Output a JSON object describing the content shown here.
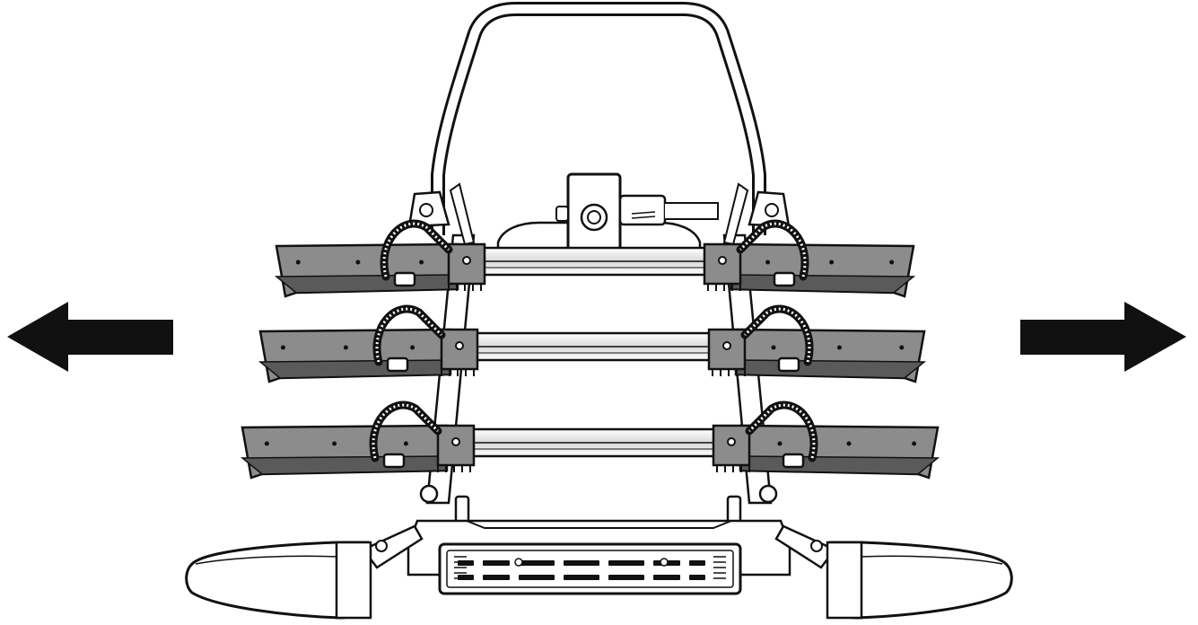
{
  "figure": {
    "subject": "bike-carrier-rack",
    "arrows": [
      {
        "name": "arrow-left-icon",
        "direction": "left"
      },
      {
        "name": "arrow-right-icon",
        "direction": "right"
      }
    ],
    "wheel_trays": 3,
    "colors": {
      "outline": "#111111",
      "tray_fill": "#8c8c8c",
      "tray_shadow": "#5a5a5a",
      "frame_fill": "#ffffff",
      "arrow_fill": "#111111",
      "background": "#ffffff"
    }
  }
}
